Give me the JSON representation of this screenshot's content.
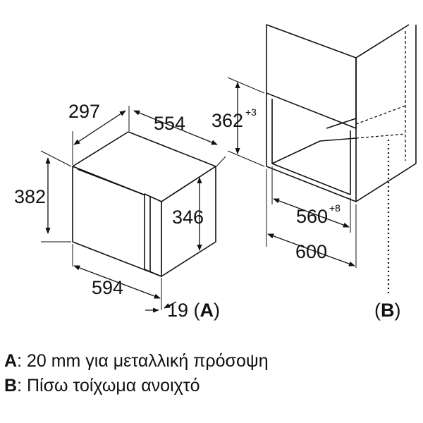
{
  "dimensions": {
    "depth_top": "297",
    "width_top": "554",
    "height_left": "382",
    "height_door": "346",
    "width_front": "594",
    "door_thickness": "19",
    "niche_height": "362",
    "niche_height_tol": "+3",
    "niche_width": "560",
    "niche_width_tol": "+8",
    "cabinet_width": "600"
  },
  "labels": {
    "marker_a": "A",
    "marker_b": "B"
  },
  "legend": [
    {
      "key": "A",
      "text": ": 20 mm για μεταλλική πρόσοψη"
    },
    {
      "key": "B",
      "text": ": Πίσω τοίχωμα ανοιχτό"
    }
  ]
}
